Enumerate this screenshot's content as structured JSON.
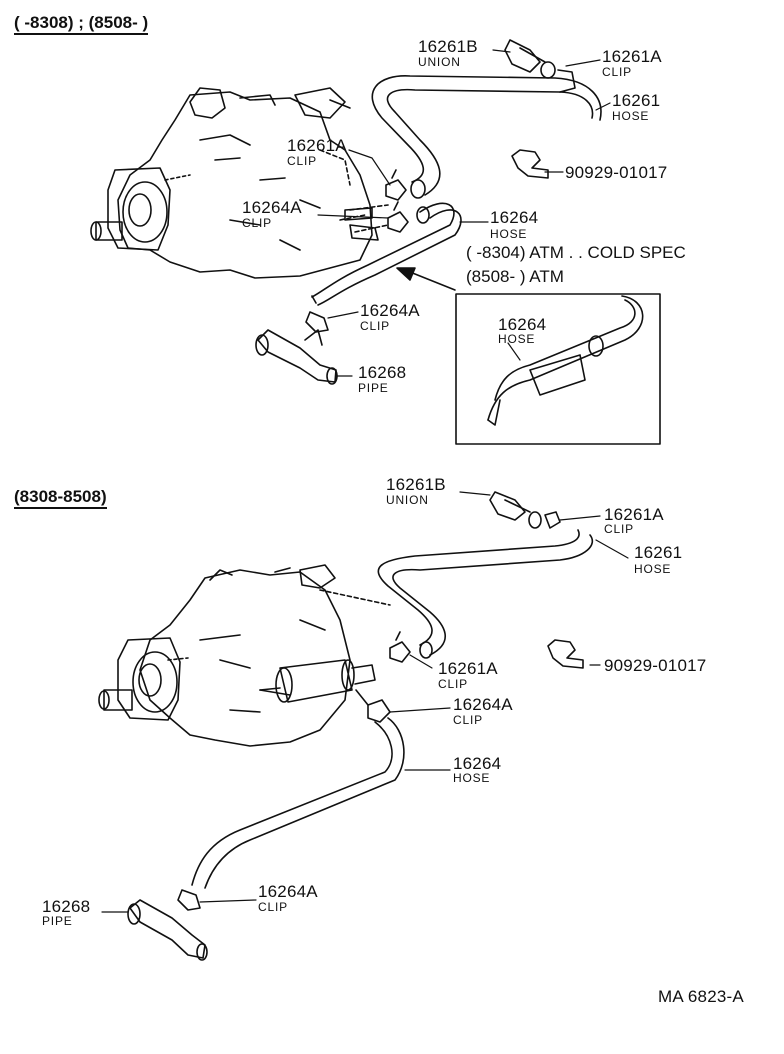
{
  "sections": {
    "top_header": "(      -8308) ; (8508-        )",
    "mid_header": "(8308-8508)"
  },
  "top": {
    "union": {
      "number": "16261B",
      "desc": "UNION"
    },
    "clip_a": {
      "number": "16261A",
      "desc": "CLIP"
    },
    "hose": {
      "number": "16261",
      "desc": "HOSE"
    },
    "clip_left": {
      "number": "16261A",
      "desc": "CLIP"
    },
    "clip_part": {
      "number": "90929-01017"
    },
    "clip_264a": {
      "number": "16264A",
      "desc": "CLIP"
    },
    "hose_264": {
      "number": "16264",
      "desc": "HOSE"
    },
    "clip_264a_low": {
      "number": "16264A",
      "desc": "CLIP"
    },
    "pipe": {
      "number": "16268",
      "desc": "PIPE"
    },
    "note_line1": "(      -8304) ATM . . COLD SPEC",
    "note_line2": "(8508-        ) ATM",
    "inset_hose": {
      "number": "16264",
      "desc": "HOSE"
    }
  },
  "bottom": {
    "union": {
      "number": "16261B",
      "desc": "UNION"
    },
    "clip_a": {
      "number": "16261A",
      "desc": "CLIP"
    },
    "hose": {
      "number": "16261",
      "desc": "HOSE"
    },
    "clip_part": {
      "number": "90929-01017"
    },
    "clip_mid": {
      "number": "16261A",
      "desc": "CLIP"
    },
    "clip_264a": {
      "number": "16264A",
      "desc": "CLIP"
    },
    "hose_264": {
      "number": "16264",
      "desc": "HOSE"
    },
    "clip_264a_low": {
      "number": "16264A",
      "desc": "CLIP"
    },
    "pipe": {
      "number": "16268",
      "desc": "PIPE"
    }
  },
  "footer": {
    "code": "MA 6823-A"
  }
}
